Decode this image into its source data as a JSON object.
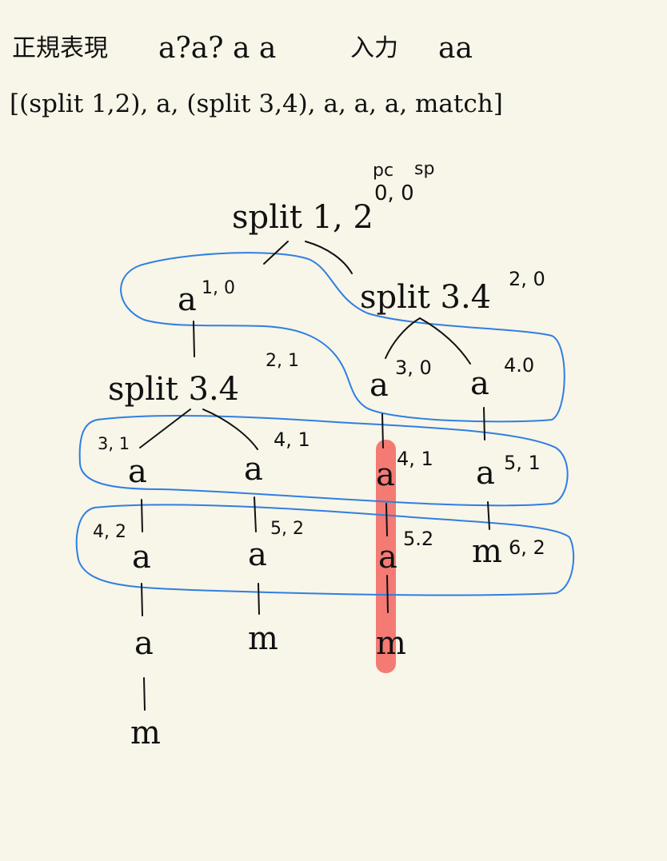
{
  "header": {
    "regex_label": "正規表現",
    "regex": "a?a? a a",
    "input_label": "入力",
    "input": "aa",
    "program": "[(split 1,2), a, (split 3,4), a, a, a, match]"
  },
  "legend": {
    "pc": "pc",
    "sp": "sp"
  },
  "nodes": [
    {
      "id": "split12",
      "label": "split 1, 2",
      "state": "0, 0"
    },
    {
      "id": "a10",
      "label": "a",
      "state": "1, 0"
    },
    {
      "id": "split34r",
      "label": "split 3.4",
      "state": "2, 0"
    },
    {
      "id": "split34l",
      "label": "split 3.4",
      "state": "2, 1"
    },
    {
      "id": "a30",
      "label": "a",
      "state": "3, 0"
    },
    {
      "id": "a40",
      "label": "a",
      "state": "4.0"
    },
    {
      "id": "a31",
      "label": "a",
      "state": "3, 1"
    },
    {
      "id": "a41l",
      "label": "a",
      "state": "4, 1"
    },
    {
      "id": "a41r",
      "label": "a",
      "state": "4, 1"
    },
    {
      "id": "a51",
      "label": "a",
      "state": "5, 1"
    },
    {
      "id": "a42",
      "label": "a",
      "state": "4, 2"
    },
    {
      "id": "a52l",
      "label": "a",
      "state": "5, 2"
    },
    {
      "id": "a52r",
      "label": "a",
      "state": "5.2"
    },
    {
      "id": "m62",
      "label": "m",
      "state": "6, 2"
    },
    {
      "id": "a_c1",
      "label": "a",
      "state": ""
    },
    {
      "id": "m_c1",
      "label": "m",
      "state": ""
    },
    {
      "id": "m_c2",
      "label": "m",
      "state": ""
    },
    {
      "id": "m_c3",
      "label": "m",
      "state": ""
    }
  ],
  "colors": {
    "ink": "#111111",
    "group": "#2f7fe0",
    "highlight": "#f47a74",
    "paper": "#f8f5e9"
  }
}
